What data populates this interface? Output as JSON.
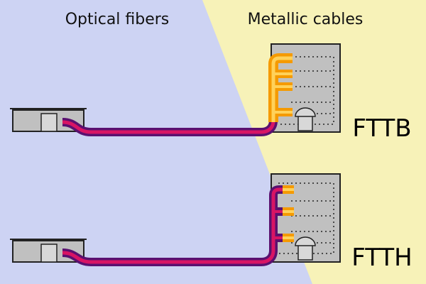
{
  "header": {
    "left": "Optical fibers",
    "right": "Metallic cables"
  },
  "diagrams": [
    {
      "label": "FTTB"
    },
    {
      "label": "FTTH"
    }
  ],
  "colors": {
    "optical_region": "#cdd3f3",
    "metallic_region": "#f7f2b8",
    "fiber_outer": "#5a1070",
    "fiber_inner": "#d81464",
    "copper_outer": "#f59a00",
    "copper_inner": "#ffe07a",
    "equipment_fill": "#c0c0c0",
    "equipment_stroke": "#222222"
  }
}
